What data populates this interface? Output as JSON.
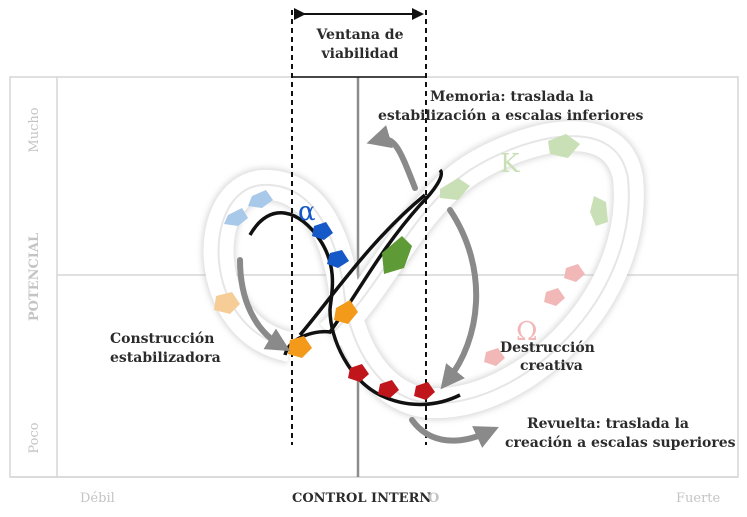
{
  "viability_window": {
    "line1": "Ventana de",
    "line2": "viabilidad"
  },
  "axes": {
    "y_title": "POTENCIAL",
    "y_high": "Mucho",
    "y_low": "Poco",
    "x_title_main": "CONTROL INTERN",
    "x_title_tail": "O",
    "x_low": "Débil",
    "x_high": "Fuerte"
  },
  "phases": {
    "alpha": "α",
    "kappa": "K",
    "omega": "Ω"
  },
  "annotations": {
    "memoria_line1": "Memoria: traslada la",
    "memoria_line2": "estabilización a escalas inferiores",
    "construccion_line1": "Construcción",
    "construccion_line2": "estabilizadora",
    "destruccion_line1": "Destrucción",
    "destruccion_line2": "creativa",
    "revuelta_line1": "Revuelta: traslada la",
    "revuelta_line2": "creación a escalas superiores"
  },
  "colors": {
    "alpha_light_blue": "#a9c9ea",
    "alpha_blue": "#1558c7",
    "kappa_green": "#5e9a35",
    "kappa_light_green": "#c9dfb6",
    "omega_red": "#c0151b",
    "omega_pink": "#f2b8b8",
    "reorg_orange": "#f39a1b",
    "reorg_light_orange": "#f6cd96",
    "arrow_gray": "#8a8a8a"
  }
}
